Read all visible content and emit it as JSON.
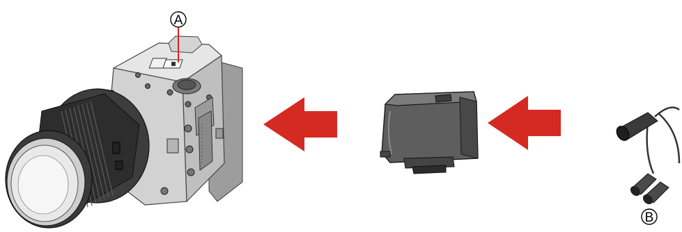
{
  "callouts": {
    "a": "A",
    "b": "B"
  },
  "colors": {
    "arrow": "#d42a22",
    "camera_body": "#c9c9c9",
    "camera_dark": "#4a4a4a",
    "adapter_body": "#5e5e5e",
    "mic_body": "#3a3a3a",
    "callout_line": "#e02020"
  },
  "icons": {
    "camera": "cinema-camera-illustration",
    "adapter": "xlr-microphone-adapter-illustration",
    "microphone": "xlr-microphone-illustration",
    "arrow": "left-arrow"
  }
}
